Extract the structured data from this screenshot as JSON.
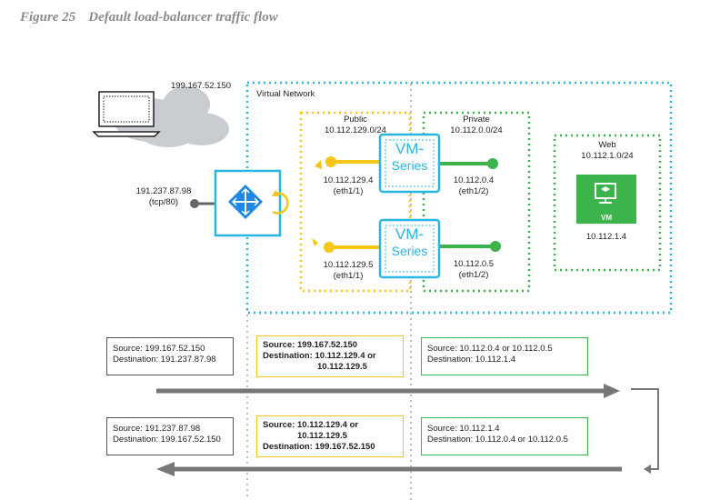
{
  "figure": {
    "number": "Figure 25",
    "title": "Default load-balancer traffic flow"
  },
  "colors": {
    "cyan": "#29b6e3",
    "yellow": "#f5c518",
    "green": "#3cb44b",
    "gray": "#777777",
    "cloud": "#c9cdd1"
  },
  "internet": {
    "ip": "199.167.52.150"
  },
  "load_balancer": {
    "ip": "191.237.87.98",
    "port": "(tcp/80)",
    "icon": "load-balancer-icon"
  },
  "vnet": {
    "label": "Virtual Network"
  },
  "subnets": {
    "public": {
      "name": "Public",
      "cidr": "10.112.129.0/24"
    },
    "private": {
      "name": "Private",
      "cidr": "10.112.0.0/24"
    },
    "web": {
      "name": "Web",
      "cidr": "10.112.1.0/24"
    }
  },
  "firewalls": [
    {
      "name_line1": "VM-",
      "name_line2": "Series",
      "public_ip": "10.112.129.4",
      "public_if": "(eth1/1)",
      "private_ip": "10.112.0.4",
      "private_if": "(eth1/2)"
    },
    {
      "name_line1": "VM-",
      "name_line2": "Series",
      "public_ip": "10.112.129.5",
      "public_if": "(eth1/1)",
      "private_ip": "10.112.0.5",
      "private_if": "(eth1/2)"
    }
  ],
  "web_vm": {
    "label": "VM",
    "ip": "10.112.1.4",
    "icon": "vm-icon"
  },
  "flows": {
    "inbound": {
      "internet": {
        "source": "Source: 199.167.52.150",
        "destination": "Destination: 191.237.87.98"
      },
      "public": {
        "source": "Source: 199.167.52.150",
        "dest_line1": "Destination: 10.112.129.4 or",
        "dest_line2": "10.112.129.5"
      },
      "private": {
        "source": "Source: 10.112.0.4 or 10.112.0.5",
        "destination": "Destination: 10.112.1.4"
      }
    },
    "outbound": {
      "internet": {
        "source": "Source:  191.237.87.98",
        "destination": "Destination: 199.167.52.150"
      },
      "public": {
        "src_line1": "Source: 10.112.129.4 or",
        "src_line2": "10.112.129.5",
        "destination": "Destination: 199.167.52.150"
      },
      "private": {
        "source": "Source: 10.112.1.4",
        "destination": "Destination: 10.112.0.4 or 10.112.0.5"
      }
    }
  }
}
